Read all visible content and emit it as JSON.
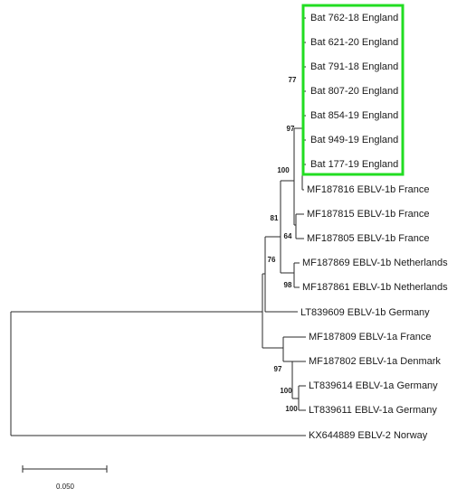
{
  "tree": {
    "taxa": [
      "Bat 762-18 England",
      "Bat 621-20 England",
      "Bat 791-18 England",
      "Bat 807-20 England",
      "Bat 854-19 England",
      "Bat 949-19 England",
      "Bat 177-19 England",
      "MF187816 EBLV-1b France",
      "MF187815 EBLV-1b France",
      "MF187805 EBLV-1b France",
      "MF187869 EBLV-1b Netherlands",
      "MF187861 EBLV-1b Netherlands",
      "LT839609 EBLV-1b Germany",
      "MF187809 EBLV-1a France",
      "MF187802 EBLV-1a Denmark",
      "LT839614 EBLV-1a Germany",
      "LT839611 EBLV-1a Germany",
      "KX644889 EBLV-2 Norway"
    ],
    "bootstrap_values": [
      "77",
      "97",
      "100",
      "81",
      "64",
      "76",
      "98",
      "97",
      "100",
      "100"
    ],
    "highlight_color": "#22dd22",
    "scale_bar_label": "0.050"
  }
}
